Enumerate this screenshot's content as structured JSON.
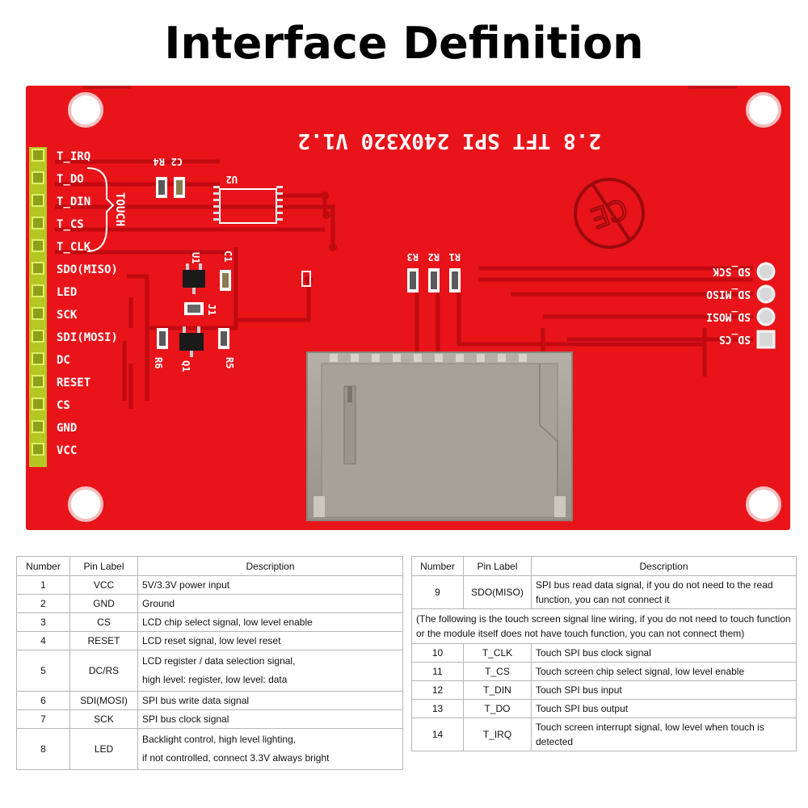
{
  "title": "Interface Definition",
  "board": {
    "silkscreen_title": "2.8 TFT SPI 240X320 V1.2",
    "touch_label": "TOUCH",
    "left_pins": [
      "T_IRQ",
      "T_DO",
      "T_DIN",
      "T_CS",
      "T_CLK",
      "SDO(MISO)",
      "LED",
      "SCK",
      "SDI(MOSI)",
      "DC",
      "RESET",
      "CS",
      "GND",
      "VCC"
    ],
    "sd_pins": [
      "SD_SCK",
      "SD_MISO",
      "SD_MOSI",
      "SD_CS"
    ],
    "components": [
      "R4",
      "C2",
      "U2",
      "U1",
      "C1",
      "J1",
      "Q1",
      "R5",
      "R6",
      "R3",
      "R2",
      "R1"
    ],
    "colors": {
      "pcb": "#e8141a",
      "header": "#c8d82a",
      "sd_card": "#a8a49c"
    }
  },
  "table_headers": {
    "number": "Number",
    "pin_label": "Pin Label",
    "description": "Description"
  },
  "left_table": [
    {
      "number": "1",
      "pin": "VCC",
      "desc": [
        "5V/3.3V power input"
      ]
    },
    {
      "number": "2",
      "pin": "GND",
      "desc": [
        "Ground"
      ]
    },
    {
      "number": "3",
      "pin": "CS",
      "desc": [
        "LCD chip select signal, low level enable"
      ]
    },
    {
      "number": "4",
      "pin": "RESET",
      "desc": [
        "LCD reset signal, low level reset"
      ]
    },
    {
      "number": "5",
      "pin": "DC/RS",
      "desc": [
        "LCD register / data selection signal,",
        "high level: register, low level: data"
      ]
    },
    {
      "number": "6",
      "pin": "SDI(MOSI)",
      "desc": [
        "SPI bus write data signal"
      ]
    },
    {
      "number": "7",
      "pin": "SCK",
      "desc": [
        "SPI bus clock signal"
      ]
    },
    {
      "number": "8",
      "pin": "LED",
      "desc": [
        "Backlight control, high level lighting,",
        "if not controlled, connect 3.3V always bright"
      ]
    }
  ],
  "right_table": {
    "row9": {
      "number": "9",
      "pin": "SDO(MISO)",
      "desc": [
        "SPI bus read data signal, if you do not need to the read",
        "function, you can not connect it"
      ]
    },
    "note": "(The following is the touch screen signal line wiring, if you do not need to touch function or the module itself does not have touch function, you can not connect them)",
    "rows": [
      {
        "number": "10",
        "pin": "T_CLK",
        "desc": [
          "Touch SPI bus clock signal"
        ]
      },
      {
        "number": "11",
        "pin": "T_CS",
        "desc": [
          "Touch screen chip select signal, low level enable"
        ]
      },
      {
        "number": "12",
        "pin": "T_DIN",
        "desc": [
          "Touch SPI bus input"
        ]
      },
      {
        "number": "13",
        "pin": "T_DO",
        "desc": [
          "Touch SPI bus output"
        ]
      },
      {
        "number": "14",
        "pin": "T_IRQ",
        "desc": [
          "Touch screen interrupt signal, low level when touch is",
          "detected"
        ]
      }
    ]
  }
}
